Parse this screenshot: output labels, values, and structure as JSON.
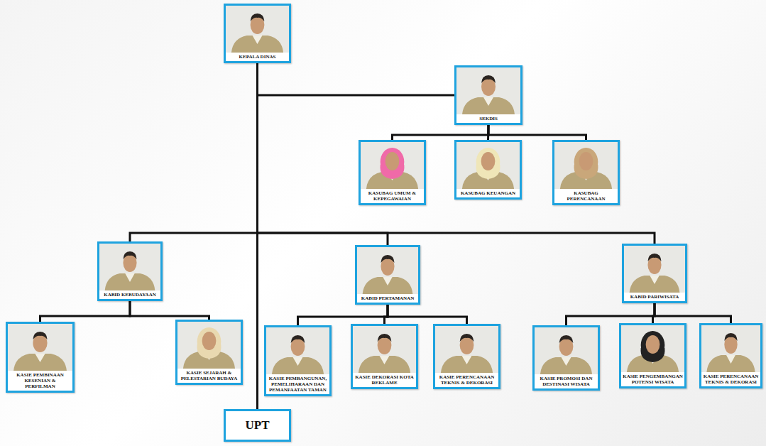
{
  "diagram": {
    "nodes": [
      {
        "text": [
          "KEPALA DINAS"
        ]
      },
      {
        "text": [
          "SEKDIS"
        ]
      },
      {
        "text": [
          "KASUBAG UMUM & KEPEGAWAIAN"
        ]
      },
      {
        "text": [
          "KASUBAG KEUANGAN"
        ]
      },
      {
        "text": [
          "KASUBAG PERENCANAAN"
        ]
      },
      {
        "text": [
          "KABID KEBUDAYAAN"
        ]
      },
      {
        "text": [
          "KABID PERTAMANAN"
        ]
      },
      {
        "text": [
          "KABID PARIWISATA"
        ]
      },
      {
        "text": [
          "KASIE PEMBINAAN KESENIAN & PERFILMAN"
        ]
      },
      {
        "text": [
          "KASIE SEJARAH & PELESTARIAN BUDAYA"
        ]
      },
      {
        "text": [
          "KASIE PEMBANGUNAN, PEMELIHARAAN DAN PEMANFAATAN TAMAN"
        ]
      },
      {
        "text": [
          "KASIE DEKORASI KOTA REKLAME"
        ]
      },
      {
        "text": [
          "KASIE PERENCANAAN TEKNIS & DEKORASI"
        ]
      },
      {
        "text": [
          "KASIE PROMOSI DAN DESTINASI WISATA"
        ]
      },
      {
        "text": [
          "KASIE PENGEMBANGAN POTENSI WISATA"
        ]
      },
      {
        "text": [
          "KASIE PERENCANAAN TEKNIS & DEKORASI"
        ]
      },
      {
        "text": [
          "UPT"
        ]
      }
    ],
    "edges": [
      {
        "from": 0,
        "to": 1,
        "arrow": "none"
      },
      {
        "from": 1,
        "to": 2,
        "arrow": "none"
      },
      {
        "from": 1,
        "to": 3,
        "arrow": "none"
      },
      {
        "from": 1,
        "to": 4,
        "arrow": "none"
      },
      {
        "from": 0,
        "to": 5,
        "arrow": "none"
      },
      {
        "from": 0,
        "to": 6,
        "arrow": "none"
      },
      {
        "from": 0,
        "to": 7,
        "arrow": "none"
      },
      {
        "from": 5,
        "to": 8,
        "arrow": "none"
      },
      {
        "from": 5,
        "to": 9,
        "arrow": "none"
      },
      {
        "from": 6,
        "to": 10,
        "arrow": "none"
      },
      {
        "from": 6,
        "to": 11,
        "arrow": "none"
      },
      {
        "from": 6,
        "to": 12,
        "arrow": "none"
      },
      {
        "from": 7,
        "to": 13,
        "arrow": "none"
      },
      {
        "from": 7,
        "to": 14,
        "arrow": "none"
      },
      {
        "from": 7,
        "to": 15,
        "arrow": "none"
      },
      {
        "from": 0,
        "to": 16,
        "arrow": "none"
      }
    ]
  }
}
